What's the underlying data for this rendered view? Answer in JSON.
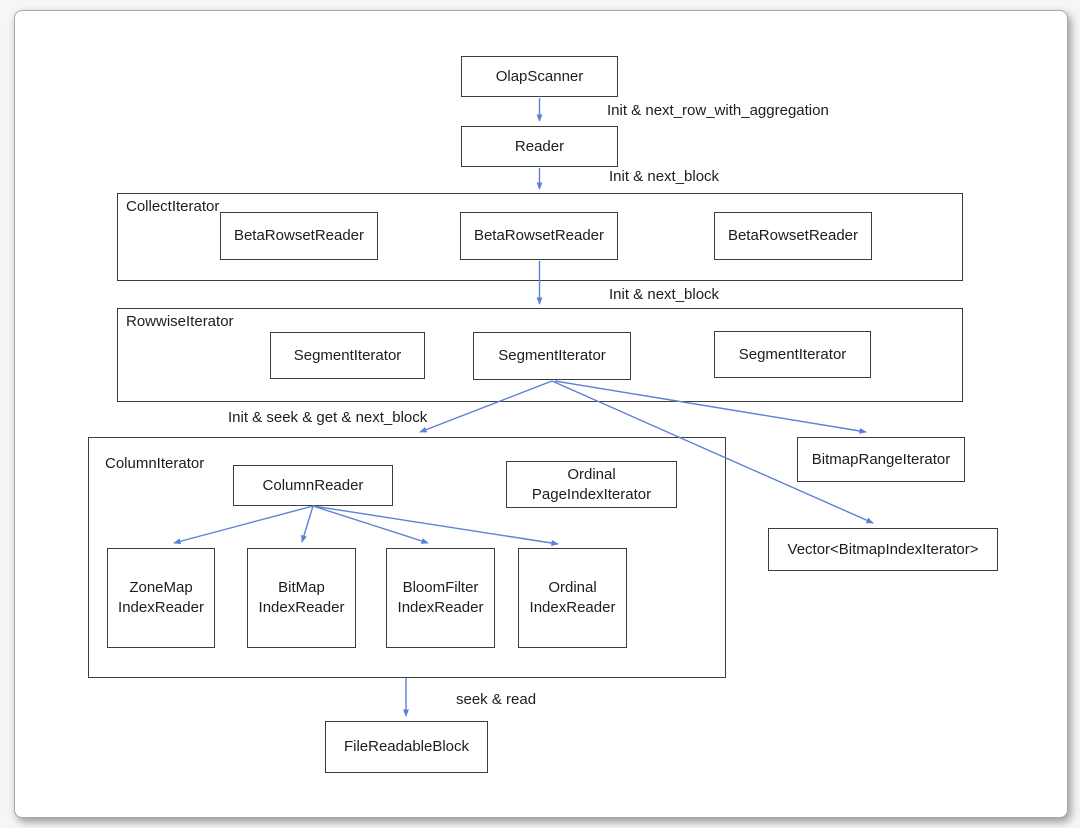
{
  "diagram": {
    "colors": {
      "arrow": "#5b82d6",
      "box_border": "#3d3d3d",
      "text": "#1d1d1d",
      "card_background": "#ffffff",
      "page_background": "#f6f6f6"
    },
    "nodes": {
      "olap_scanner": "OlapScanner",
      "reader": "Reader",
      "beta_rowset_readers": [
        "BetaRowsetReader",
        "BetaRowsetReader",
        "BetaRowsetReader"
      ],
      "segment_iterators": [
        "SegmentIterator",
        "SegmentIterator",
        "SegmentIterator"
      ],
      "column_reader": "ColumnReader",
      "ordinal_page_index_iterator": {
        "line1": "Ordinal",
        "line2": "PageIndexIterator"
      },
      "index_readers": [
        {
          "line1": "ZoneMap",
          "line2": "IndexReader"
        },
        {
          "line1": "BitMap",
          "line2": "IndexReader"
        },
        {
          "line1": "BloomFilter",
          "line2": "IndexReader"
        },
        {
          "line1": "Ordinal",
          "line2": "IndexReader"
        }
      ],
      "bitmap_range_iterator": "BitmapRangeIterator",
      "vector_bitmap_index_iterator": "Vector<BitmapIndexIterator>",
      "file_readable_block": "FileReadableBlock"
    },
    "containers": {
      "collect_iterator": "CollectIterator",
      "rowwise_iterator": "RowwiseIterator",
      "column_iterator": "ColumnIterator"
    },
    "edge_labels": {
      "init_next_row_with_aggregation": "Init & next_row_with_aggregation",
      "init_next_block_reader": "Init & next_block",
      "init_next_block_rowset": "Init & next_block",
      "init_seek_get_next_block": "Init & seek & get & next_block",
      "seek_read": "seek & read"
    }
  }
}
